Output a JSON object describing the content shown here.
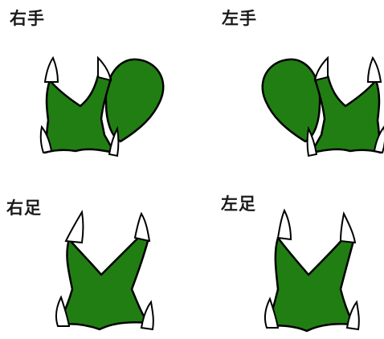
{
  "labels": {
    "right_hand": "右手",
    "left_hand": "左手",
    "right_foot": "右足",
    "left_foot": "左足"
  },
  "colors": {
    "limb_fill": "#217e13",
    "outline": "#000000",
    "claw": "#ffffff"
  }
}
